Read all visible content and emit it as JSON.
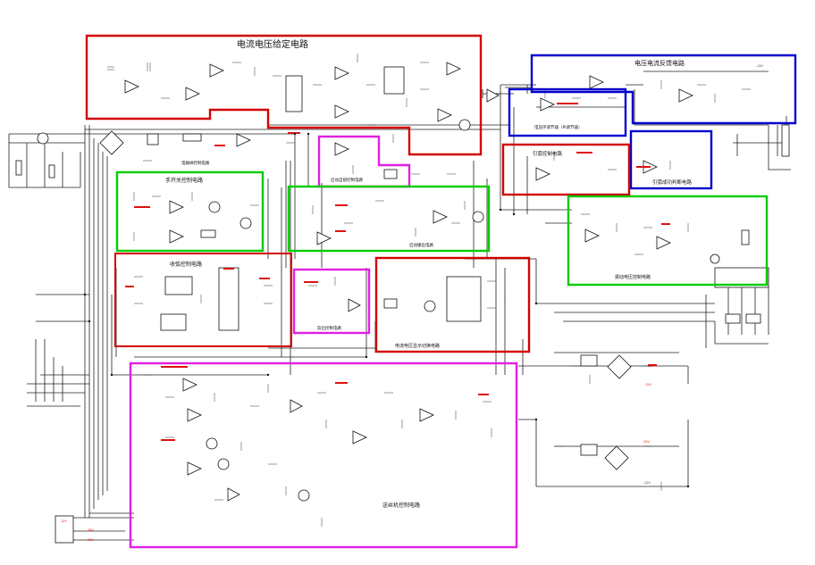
{
  "blocks": {
    "current_voltage_setpoint": "电流电压给定电路",
    "voltage_current_feedback": "电压电流反馈电路",
    "voltage_loop_adjust": "电压环调节器（PI调节器）",
    "arc_start_control": "引弧控制电路",
    "arc_success_detect": "引弧成功判断电路",
    "solenoid_valve_control": "电磁阀控制电路",
    "auto_hold_control": "启动自锁控制电路",
    "handheld_switch_control": "手开关控制电路",
    "start_output_circuit": "启动输出电路",
    "arc_collapse_control": "收弧控制电路",
    "vibration_voltage_control": "振动电压控制电路",
    "soft_start_control": "软启控制电路",
    "current_voltage_display_switch": "电流电压显示切换电路",
    "wire_feeder_control": "送丝机控制电路"
  },
  "terminals": {
    "t_24v": "24V",
    "t_18v": "18V",
    "t_12v": "12V",
    "t_neg12v": "-12V"
  },
  "colors": {
    "red": "#d40000",
    "blue": "#0000cc",
    "green": "#00cc00",
    "magenta": "#e020e0",
    "wire": "#222222"
  }
}
